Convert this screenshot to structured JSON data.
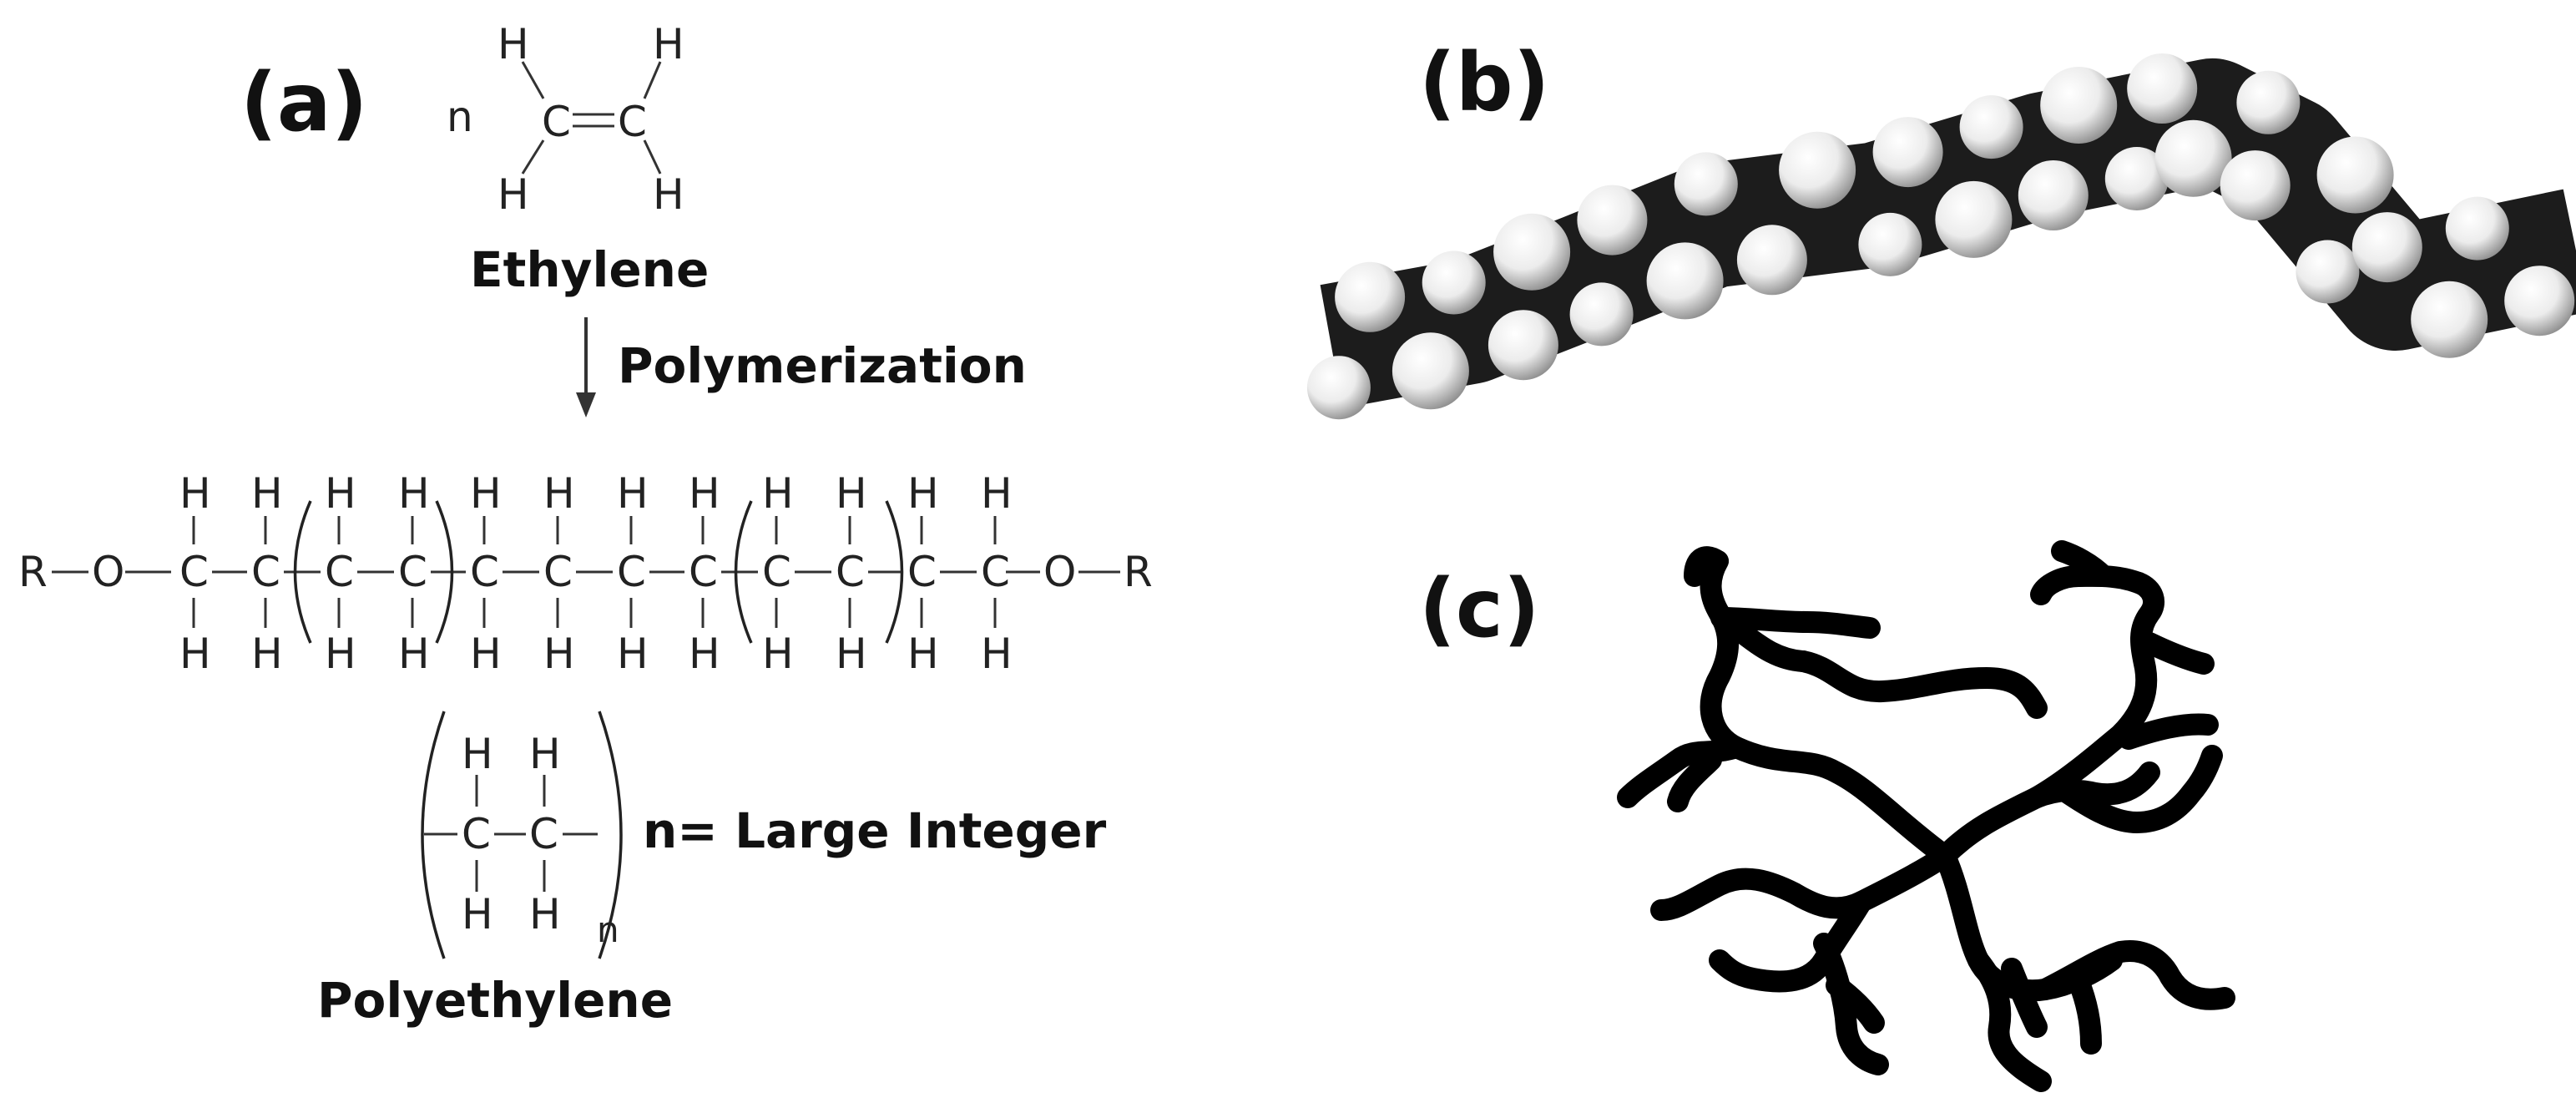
{
  "panels": {
    "a": {
      "label": "(a)",
      "monomer_coefficient": "n",
      "monomer_name": "Ethylene",
      "reaction_label": "Polymerization",
      "chain_end_left": "R",
      "chain_end_right": "R",
      "oxygen": "O",
      "carbon": "C",
      "hydrogen": "H",
      "repeat_subscript": "n",
      "repeat_note": "n= Large Integer",
      "polymer_name": "Polyethylene"
    },
    "b": {
      "label": "(b)"
    },
    "c": {
      "label": "(c)"
    }
  }
}
